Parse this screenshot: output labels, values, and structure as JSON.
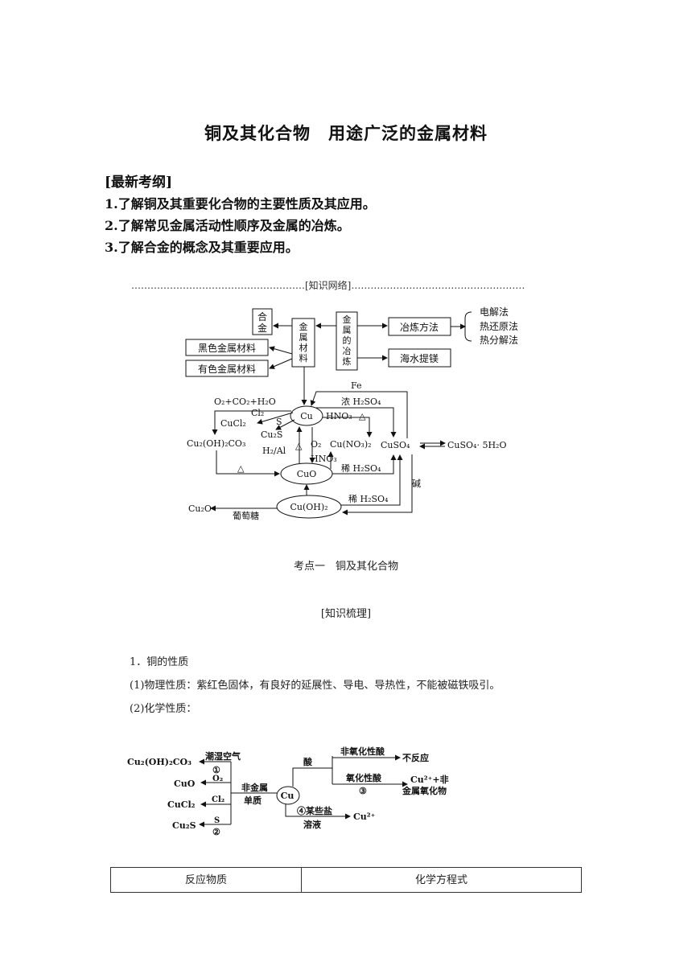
{
  "title": "铜及其化合物　用途广泛的金属材料",
  "syllabus": {
    "heading": "[最新考纲]",
    "items": [
      "1.了解铜及其重要化合物的主要性质及其应用。",
      "2.了解常见金属活动性顺序及金属的冶炼。",
      "3.了解合金的概念及其重要应用。"
    ]
  },
  "network": {
    "label": "[知识网络]",
    "dots_left": "………………………………………………",
    "dots_right": "………………………………………………",
    "boxes": {
      "alloy": [
        "合",
        "金"
      ],
      "metal_material": [
        "金",
        "属",
        "材",
        "料"
      ],
      "smelting": [
        "金",
        "属",
        "的",
        "冶",
        "炼"
      ],
      "smelt_method": "冶炼方法",
      "seawater_mg": "海水提镁",
      "black_metal": "黑色金属材料",
      "color_metal": "有色金属材料"
    },
    "methods": [
      "电解法",
      "热还原法",
      "热分解法"
    ],
    "nodes": {
      "cu": "Cu",
      "cuo": "CuO",
      "cuoh2": "Cu(OH)₂",
      "cu2oh2co3": "Cu₂(OH)₂CO₃",
      "cuso4": "CuSO₄",
      "cuso4_5h2o": "CuSO₄· 5H₂O",
      "cu2o": "Cu₂O",
      "cucl2": "CuCl₂",
      "cu2s": "Cu₂S",
      "cuno32": "Cu(NO₃)₂"
    },
    "labels": {
      "fe": "Fe",
      "conc_h2so4": "浓 H₂SO₄",
      "o2_co2_h2o": "O₂+CO₂+H₂O",
      "cl2": "Cl₂",
      "s": "S",
      "hno3_heat": "HNO₃",
      "h2_al": "H₂/Al",
      "o2": "O₂",
      "hno3": "HNO₃",
      "dil_h2so4_1": "稀 H₂SO₄",
      "dil_h2so4_2": "稀 H₂SO₄",
      "base": "碱",
      "glucose": "葡萄糖",
      "heat": "△"
    }
  },
  "topic_heading": "考点一　铜及其化合物",
  "review_heading": "[知识梳理]",
  "copper_props": {
    "title": "1．铜的性质",
    "physical": "(1)物理性质：紫红色固体，有良好的延展性、导电、导热性，不能被磁铁吸引。",
    "chemical": "(2)化学性质："
  },
  "chem_diagram": {
    "center": "Cu",
    "left_products": [
      "Cu₂(OH)₂CO₃",
      "CuO",
      "CuCl₂",
      "Cu₂S"
    ],
    "left_conditions": [
      "潮湿空气",
      "①",
      "O₂",
      "Cl₂",
      "S",
      "②"
    ],
    "nonmetal": [
      "非金属",
      "单质"
    ],
    "acid": "酸",
    "non_ox_acid": "非氧化性酸",
    "no_reaction": "不反应",
    "ox_acid": "氧化性酸",
    "ox_mark": "③",
    "ox_product": [
      "Cu²⁺+非",
      "金属氧化物"
    ],
    "salt": [
      "④某些盐",
      "溶液"
    ],
    "salt_product": "Cu²⁺"
  },
  "table": {
    "headers": [
      "反应物质",
      "化学方程式"
    ]
  }
}
